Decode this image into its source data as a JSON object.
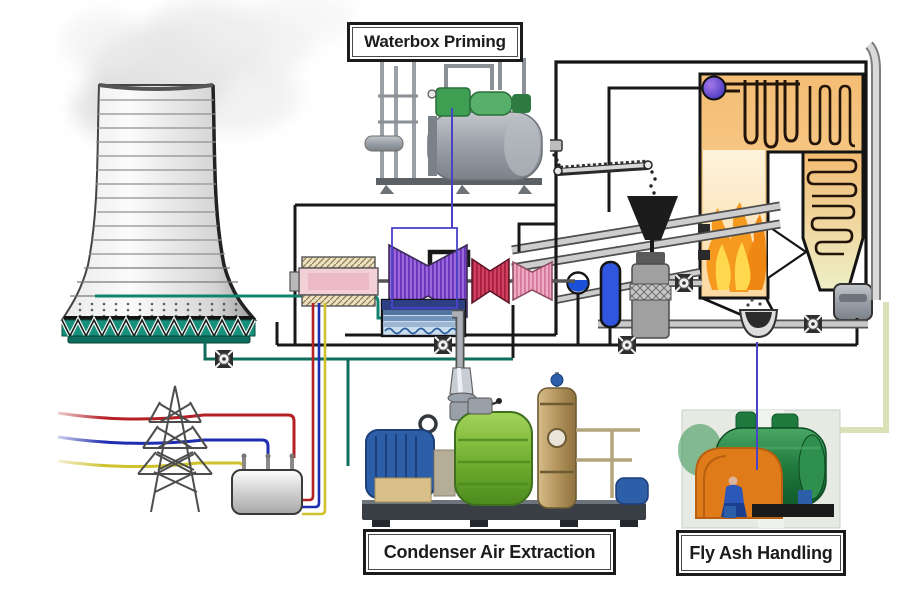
{
  "labels": {
    "waterbox_priming": "Waterbox Priming",
    "condenser_air_extraction": "Condenser Air Extraction",
    "fly_ash_handling": "Fly Ash Handling"
  },
  "colors": {
    "pointer_blue": "#4a43c8",
    "pipe_black": "#181818",
    "cooling_water_teal": "#12836f",
    "wire_red": "#b52025",
    "wire_blue": "#1f2db0",
    "wire_yellow": "#cfc22c",
    "furnace_orange": "#f2b969",
    "flame_orange": "#f59a1f",
    "flame_yellow": "#ffd84d",
    "lp_turbine_purple": "#9a68dd",
    "ip_turbine_red": "#d04060",
    "hp_turbine_pink": "#efa9c0",
    "condenser_blue": "#53749f",
    "boiler_drum_purple": "#6a3fd0"
  },
  "components": [
    "steam-plume-icon",
    "cooling-tower-icon",
    "circulating-water-pump-valve-icon",
    "generator-icon",
    "lp-turbine-icon",
    "ip-turbine-icon",
    "hp-turbine-icon",
    "condenser-icon",
    "boiler-drum-icon",
    "furnace-flames-icon",
    "superheater-coils-icon",
    "economizer-coils-icon",
    "coal-conveyor-icon",
    "coal-bunker-icon",
    "coal-mill-icon",
    "deaerator-icon",
    "feedwater-flask-icon",
    "air-heater-icon",
    "stack-icon",
    "ash-hopper-icon",
    "transmission-tower-icon",
    "transformer-icon",
    "waterbox-priming-unit-photo",
    "condenser-air-extraction-skid-photo",
    "fly-ash-vacuum-pump-photo"
  ]
}
